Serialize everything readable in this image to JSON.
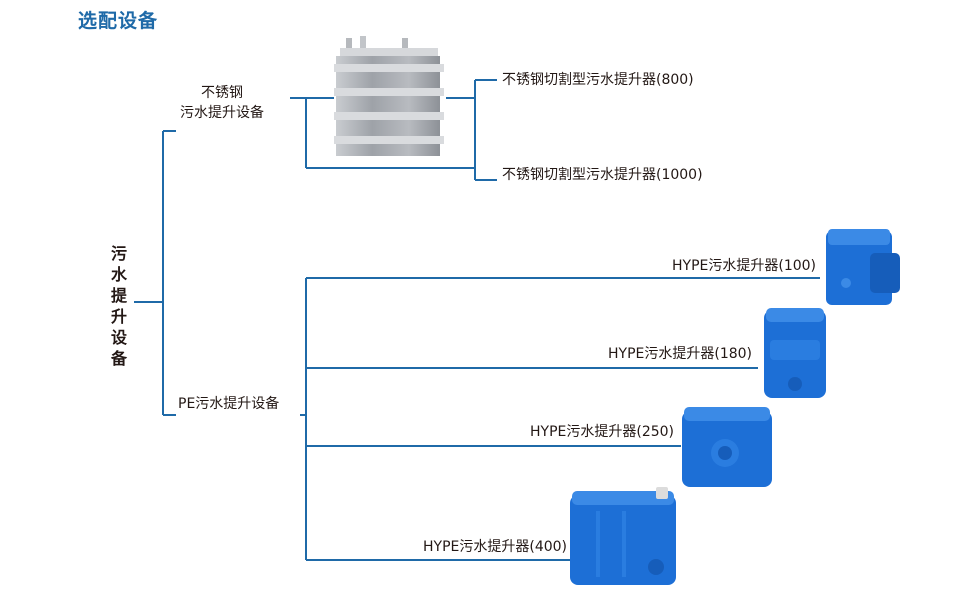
{
  "heading": "选配设备",
  "root": "污水提升设备",
  "categories": [
    {
      "line1": "不锈钢",
      "line2": "污水提升设备",
      "products": [
        "不锈钢切割型污水提升器(800)",
        "不锈钢切割型污水提升器(1000)"
      ]
    },
    {
      "label": "PE污水提升设备",
      "products": [
        "HYPE污水提升器(100)",
        "HYPE污水提升器(180)",
        "HYPE污水提升器(250)",
        "HYPE污水提升器(400)"
      ]
    }
  ],
  "colors": {
    "accent": "#1f6aa8",
    "tank_blue": "#1d6fd6",
    "steel": "#a9acb0"
  }
}
